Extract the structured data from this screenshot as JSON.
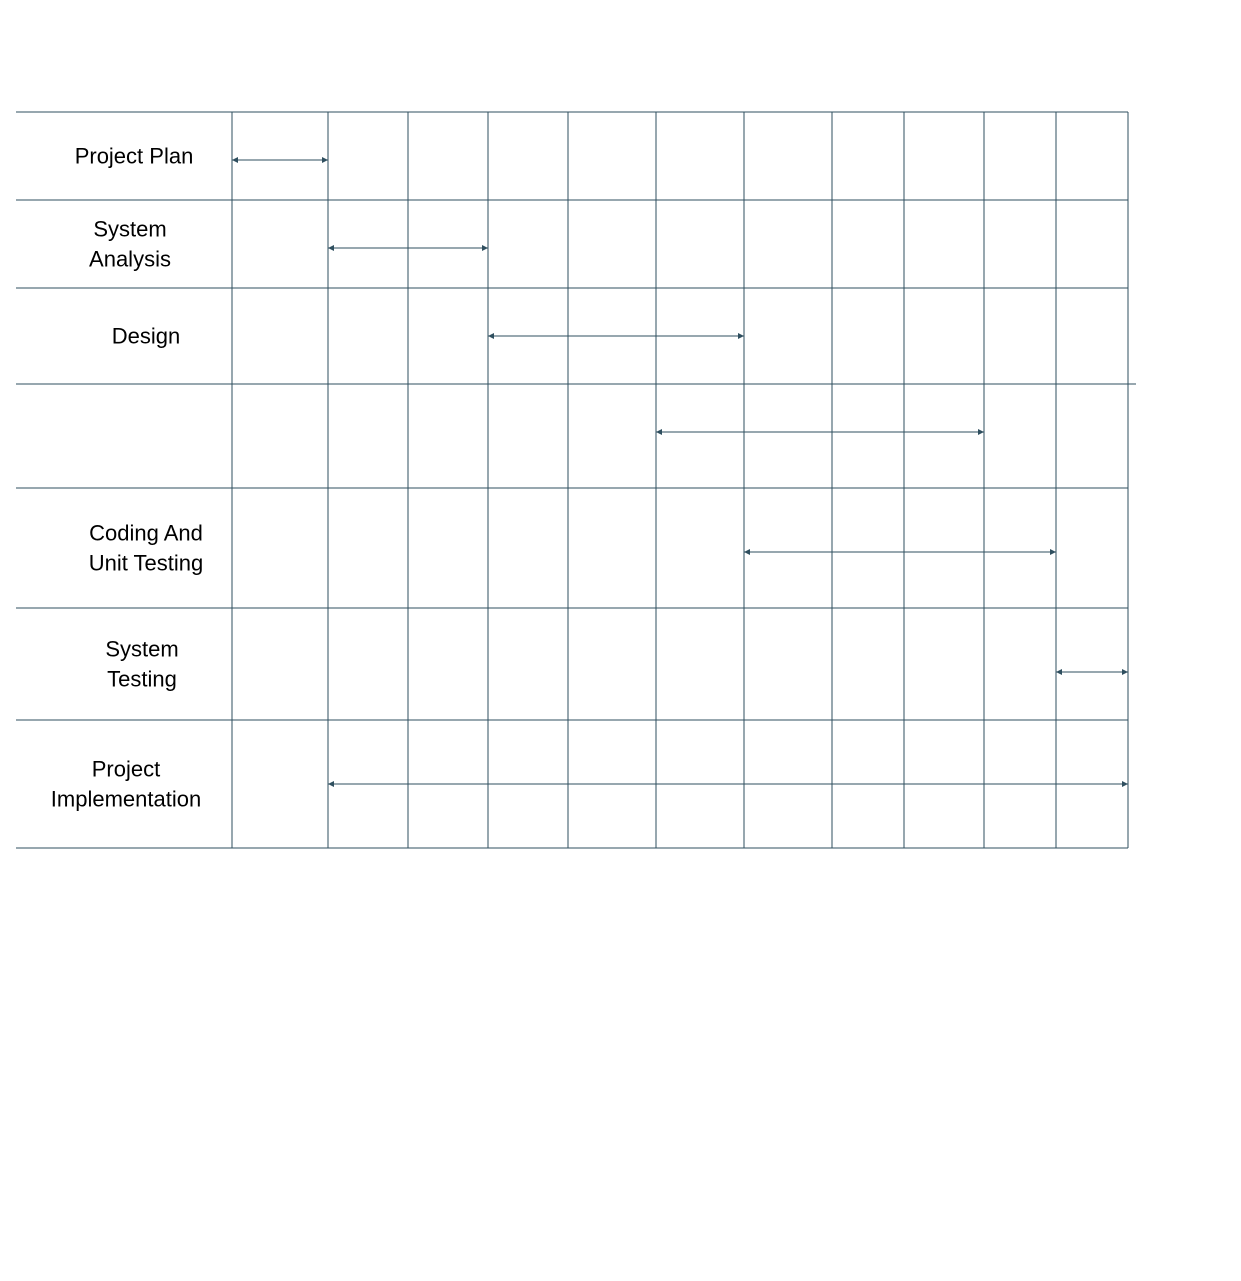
{
  "tasks": [
    {
      "lines": [
        "Project Plan"
      ],
      "start": 0,
      "end": 1
    },
    {
      "lines": [
        "System",
        "Analysis"
      ],
      "start": 1,
      "end": 3
    },
    {
      "lines": [
        "Design"
      ],
      "start": 3,
      "end": 6
    },
    {
      "lines": [],
      "start": 5,
      "end": 9
    },
    {
      "lines": [
        "Coding And",
        "Unit Testing"
      ],
      "start": 6,
      "end": 10
    },
    {
      "lines": [
        "System",
        "Testing"
      ],
      "start": 10,
      "end": 11
    },
    {
      "lines": [
        "Project",
        "Implementation"
      ],
      "start": 1,
      "end": 11
    }
  ],
  "period_count": 11,
  "colors": {
    "line": "#2f4f5f",
    "text": "#000000",
    "background": "#ffffff"
  }
}
